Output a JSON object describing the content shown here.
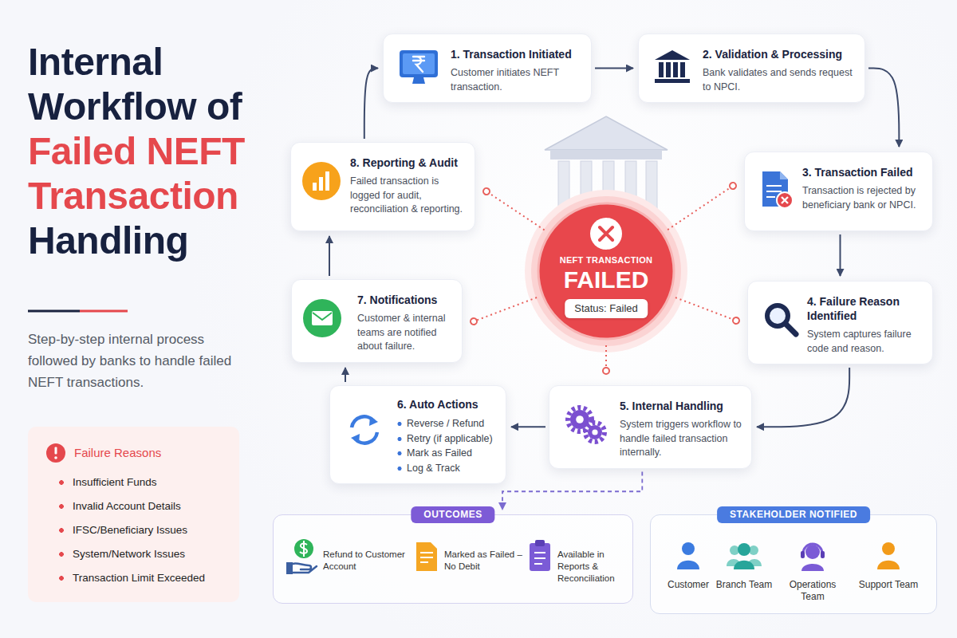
{
  "diagram": {
    "title": "Internal Workflow of Failed NEFT Transaction Handling",
    "caption": "Step-by-step internal process followed by banks to handle failed NEFT transactions.",
    "nodes": [
      {
        "text": [
          "1. Transaction Initiated",
          "Customer initiates NEFT transaction."
        ]
      },
      {
        "text": [
          "2. Validation & Processing",
          "Bank validates and sends request to NPCI."
        ]
      },
      {
        "text": [
          "3. Transaction Failed",
          "Transaction is rejected by beneficiary bank or NPCI."
        ]
      },
      {
        "text": [
          "4. Failure Reason Identified",
          "System captures failure code and reason."
        ]
      },
      {
        "text": [
          "5. Internal Handling",
          "System triggers workflow to handle failed transaction internally."
        ]
      },
      {
        "text": [
          "6. Auto Actions",
          "Reverse / Refund",
          "Retry (if applicable)",
          "Mark as Failed",
          "Log & Track"
        ]
      },
      {
        "text": [
          "7. Notifications",
          "Customer & internal teams are notified about failure."
        ]
      },
      {
        "text": [
          "8. Reporting & Audit",
          "Failed transaction is logged for audit, reconciliation & reporting."
        ]
      },
      {
        "text": [
          "NEFT TRANSACTION",
          "FAILED"
        ]
      },
      {
        "text": [
          "Status: Failed"
        ],
        "in": 8
      },
      {
        "text": [
          "Failure Reasons",
          "Insufficient Funds",
          "Invalid Account Details",
          "IFSC/Beneficiary Issues",
          "System/Network Issues",
          "Transaction Limit Exceeded"
        ]
      },
      {
        "text": [
          "OUTCOMES",
          "Refund to Customer Account",
          "Marked as Failed – No Debit",
          "Available in Reports & Reconciliation"
        ]
      },
      {
        "text": [
          "STAKEHOLDER NOTIFIED",
          "Customer",
          "Branch Team",
          "Operations Team",
          "Support Team"
        ]
      }
    ],
    "edges": [
      {
        "from": 0,
        "to": 1,
        "arrow": "to"
      },
      {
        "from": 1,
        "to": 2,
        "arrow": "to"
      },
      {
        "from": 2,
        "to": 3,
        "arrow": "to"
      },
      {
        "from": 3,
        "to": 4,
        "arrow": "to"
      },
      {
        "from": 4,
        "to": 5,
        "arrow": "to"
      },
      {
        "from": 5,
        "to": 6,
        "arrow": "to"
      },
      {
        "from": 6,
        "to": 7,
        "arrow": "to"
      },
      {
        "from": 7,
        "to": 0,
        "arrow": "to"
      },
      {
        "from": 4,
        "to": 11,
        "arrow": "to"
      },
      {
        "from": 8,
        "to": 7,
        "arrow": "none"
      },
      {
        "from": 8,
        "to": 2,
        "arrow": "none"
      },
      {
        "from": 8,
        "to": 6,
        "arrow": "none"
      },
      {
        "from": 8,
        "to": 3,
        "arrow": "none"
      },
      {
        "from": 8,
        "to": 4,
        "arrow": "none"
      }
    ]
  }
}
